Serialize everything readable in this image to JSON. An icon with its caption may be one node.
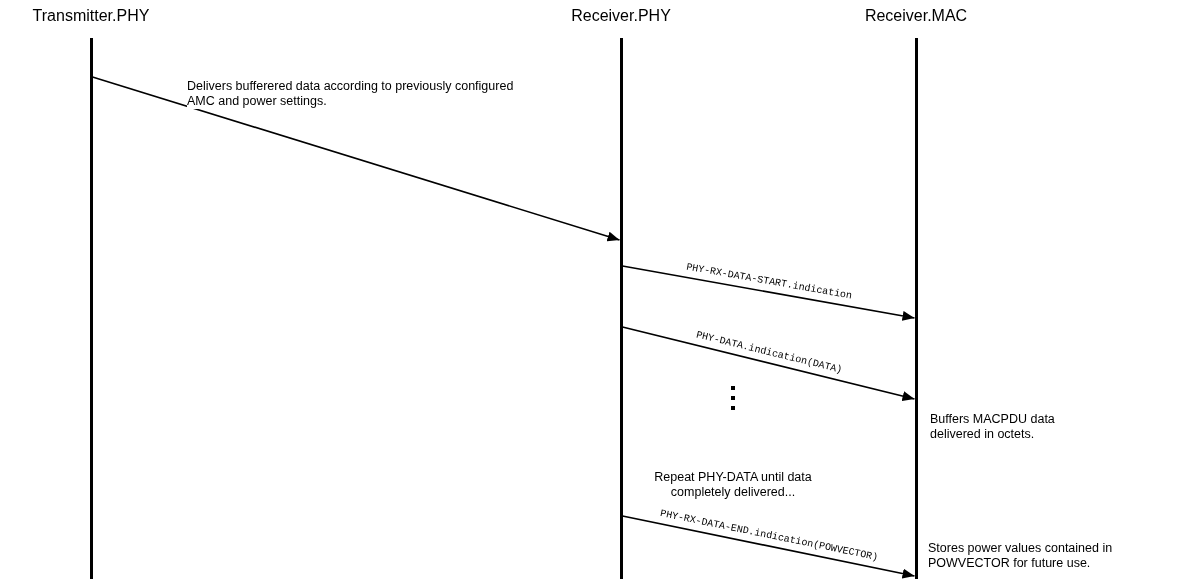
{
  "diagram": {
    "nodes": [
      {
        "text": [
          "Transmitter.PHY"
        ]
      },
      {
        "text": [
          "Receiver.PHY"
        ]
      },
      {
        "text": [
          "Receiver.MAC"
        ]
      }
    ],
    "edges": [
      {
        "from": 0,
        "to": 1,
        "arrow": "to",
        "label": "Delivers bufferered data according to previously configured AMC and power settings."
      },
      {
        "from": 1,
        "to": 2,
        "arrow": "to",
        "label": "PHY-RX-DATA-START.indication"
      },
      {
        "from": 1,
        "to": 2,
        "arrow": "to",
        "label": "PHY-DATA.indication(DATA)"
      },
      {
        "from": 1,
        "to": 2,
        "arrow": "to",
        "label": "PHY-RX-DATA-END.indication(POWVECTOR)"
      }
    ],
    "labels": [
      "Repeat PHY-DATA until data completely delivered...",
      "Buffers MACPDU data delivered in octets.",
      "Stores power values contained in POWVECTOR for future use."
    ]
  }
}
